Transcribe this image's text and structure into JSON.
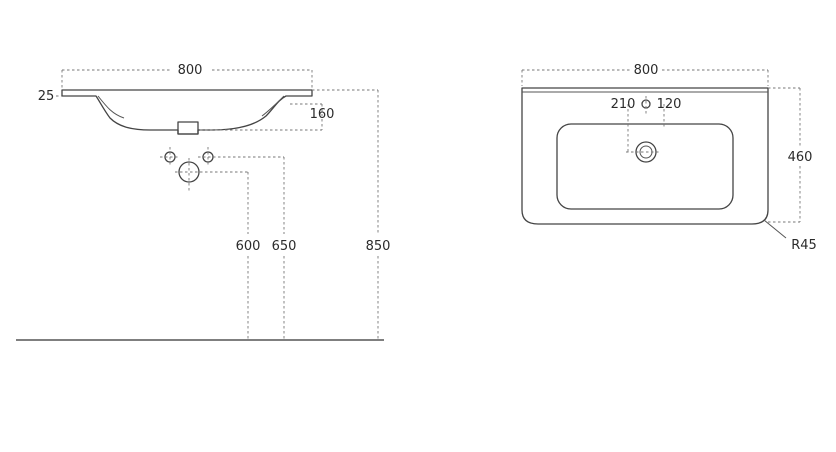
{
  "side_view": {
    "dims": {
      "width": "800",
      "rim": "25",
      "depth": "160",
      "pipe_low": "600",
      "pipe_high": "650",
      "total_height": "850"
    }
  },
  "top_view": {
    "dims": {
      "width": "800",
      "tap_left": "210",
      "tap_right": "120",
      "depth": "460",
      "radius": "R45"
    }
  }
}
